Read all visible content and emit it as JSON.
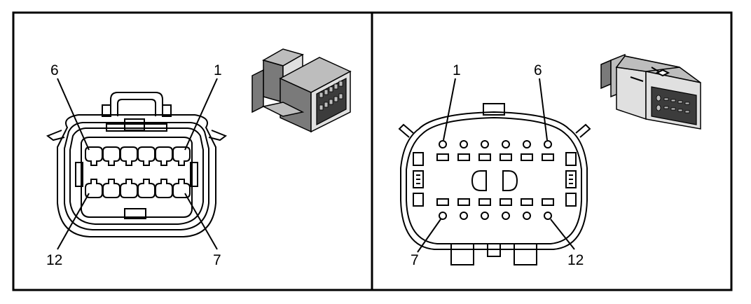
{
  "left_view": {
    "pin_labels": [
      "6",
      "1",
      "12",
      "7"
    ]
  },
  "right_view": {
    "pin_labels": [
      "1",
      "6",
      "7",
      "12"
    ]
  },
  "colors": {
    "line": "#000000",
    "background": "#ffffff",
    "shading_light": "#bdbdbd",
    "shading_dark": "#3c3c3c"
  }
}
